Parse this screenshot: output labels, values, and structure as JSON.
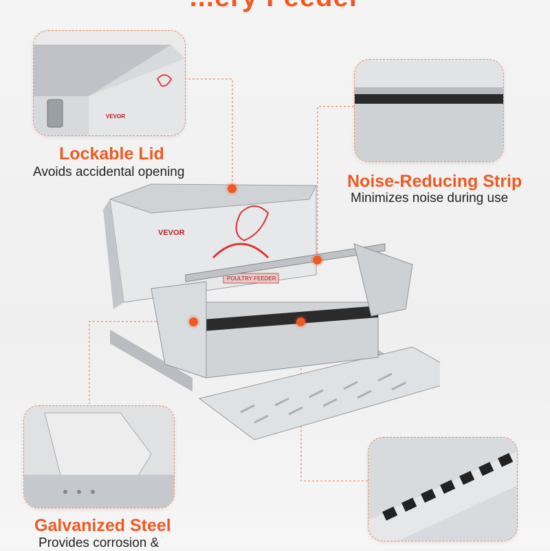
{
  "header": {
    "title_fragment": "...ery Feeder"
  },
  "brand": {
    "logo_text": "VEVOR",
    "label_text": "POULTRY FEEDER"
  },
  "colors": {
    "accent": "#f05a22",
    "steel": "#c9cdd1",
    "text": "#222222"
  },
  "features": [
    {
      "title": "Lockable Lid",
      "description": "Avoids accidental opening"
    },
    {
      "title": "Noise-Reducing Strip",
      "description": "Minimizes noise during use"
    },
    {
      "title": "Galvanized Steel",
      "description": "Provides corrosion &"
    }
  ]
}
